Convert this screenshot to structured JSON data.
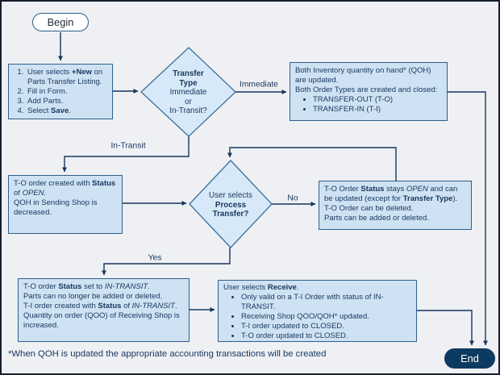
{
  "colors": {
    "background": "#eef0f4",
    "frame_border": "#161d2b",
    "box_fill": "#cfe2f3",
    "box_border": "#2e5f8a",
    "diamond_fill": "#d7e9f8",
    "diamond_border": "#3d7099",
    "line": "#17365d",
    "text": "#17365d",
    "begin_fill": "#ffffff",
    "end_fill": "#0d3a61",
    "end_text": "#ffffff"
  },
  "terminators": {
    "begin": "Begin",
    "end": "End"
  },
  "edge_labels": {
    "immediate": "Immediate",
    "in_transit": "In-Transit",
    "no": "No",
    "yes": "Yes"
  },
  "nodes": {
    "create": {
      "item1": {
        "pre": "User selects ",
        "bold": "+New",
        "post": " on Parts Transfer Listing."
      },
      "item2": "Fill in Form.",
      "item3": "Add Parts.",
      "item4": {
        "pre": "Select ",
        "bold": "Save",
        "post": "."
      }
    },
    "transfer_type": {
      "bold1": "Transfer",
      "bold2": "Type",
      "line3": "Immediate",
      "line4": "or",
      "line5": "In-Transit?"
    },
    "immediate_result": {
      "p1": "Both Inventory quantity on hand* (QOH) are updated.",
      "p2": "Both Order Types are created and closed:",
      "bullet1": "TRANSFER-OUT (T-O)",
      "bullet2": "TRANSFER-IN (T-I)"
    },
    "open_status": {
      "p1": {
        "s1": "T-O order created with ",
        "b1": "Status",
        "s2": " of ",
        "i1": "OPEN",
        "s3": "."
      },
      "p2": "QOH in Sending Shop is decreased."
    },
    "process_transfer": {
      "line1": "User selects",
      "bold1": "Process",
      "bold2": "Transfer?"
    },
    "stays_open": {
      "p1": {
        "s1": "T-O Order ",
        "b1": "Status",
        "s2": " stays ",
        "i1": "OPEN",
        "s3": " and can be updated (except for ",
        "b2": "Transfer Type",
        "s4": ")."
      },
      "l2": "T-O Order can be deleted.",
      "l3": "Parts can be added or deleted."
    },
    "in_transit_status": {
      "p1": {
        "s1": "T-O order ",
        "b1": "Status",
        "s2": " set to ",
        "i1": "IN-TRANSIT",
        "s3": "."
      },
      "l2": "Parts can no longer be added or deleted.",
      "p2": {
        "s1": "T-I order created with ",
        "b1": "Status",
        "s2": " of ",
        "i1": "IN-TRANSIT",
        "s3": "."
      },
      "l4": "Quantity on order (QOO) of Receiving Shop is increased."
    },
    "receive": {
      "title": {
        "s1": "User selects ",
        "b1": "Receive",
        "s2": "."
      },
      "bullet1": "Only valid on a T-I Order with status of IN-TRANSIT.",
      "bullet2": "Receiving Shop QOO/QOH* updated.",
      "bullet3": "T-I order updated to CLOSED.",
      "bullet4": "T-O order updated to CLOSED."
    }
  },
  "footnote": "*When QOH is updated the appropriate accounting transactions will be created"
}
